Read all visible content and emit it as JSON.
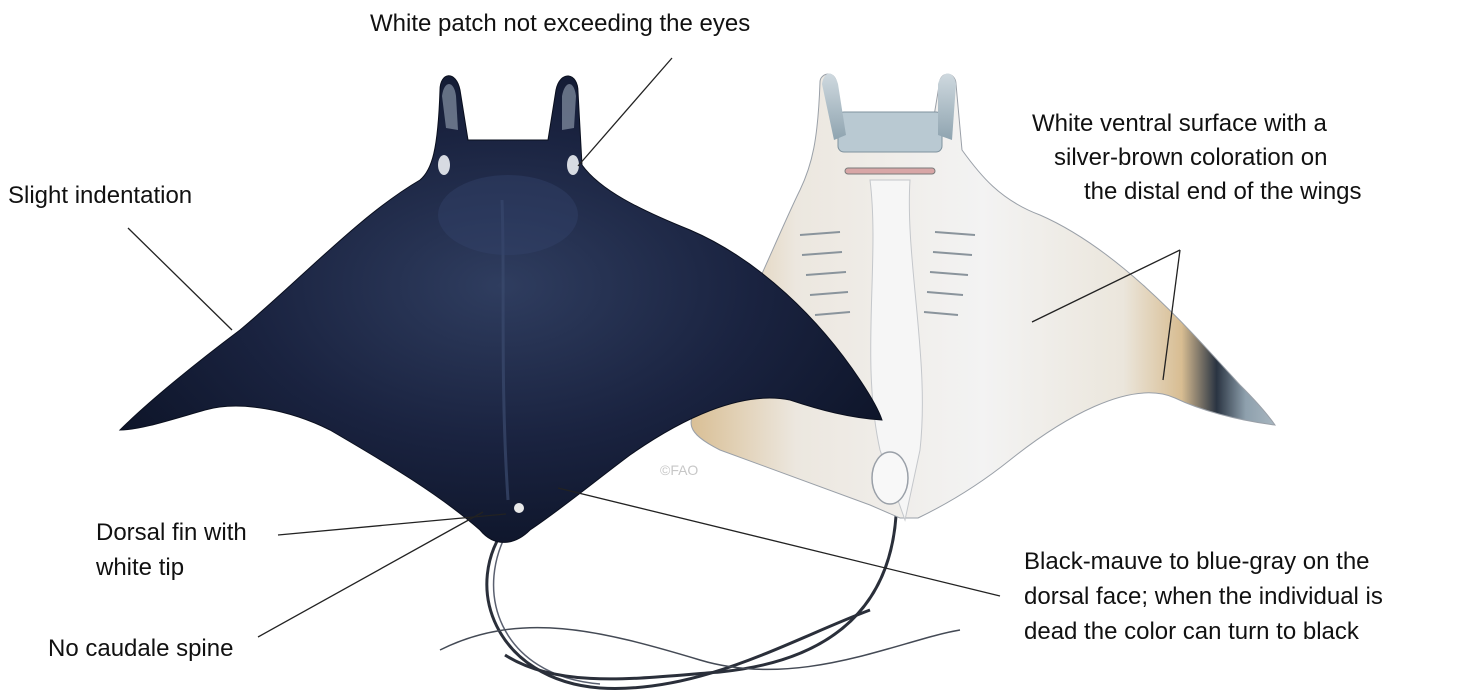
{
  "labels": {
    "white_patch": "White patch not exceeding the eyes",
    "slight_indentation": "Slight indentation",
    "ventral": [
      "White ventral surface with a",
      "silver-brown coloration on",
      "the distal end of the wings"
    ],
    "dorsal_fin": [
      "Dorsal fin with",
      "white tip"
    ],
    "no_spine": "No caudale spine",
    "dorsal_color": [
      "Black-mauve to blue-gray on the",
      "dorsal face; when the individual is",
      "dead the color can turn to black"
    ]
  },
  "credit": "©FAO",
  "colors": {
    "dorsal_body": "#141c33",
    "dorsal_highlight": "#2b3a5c",
    "ventral_body": "#ececec",
    "ventral_tan": "#d6b98d",
    "ventral_tip": "#9fb0bb",
    "leader_line": "#222222"
  }
}
